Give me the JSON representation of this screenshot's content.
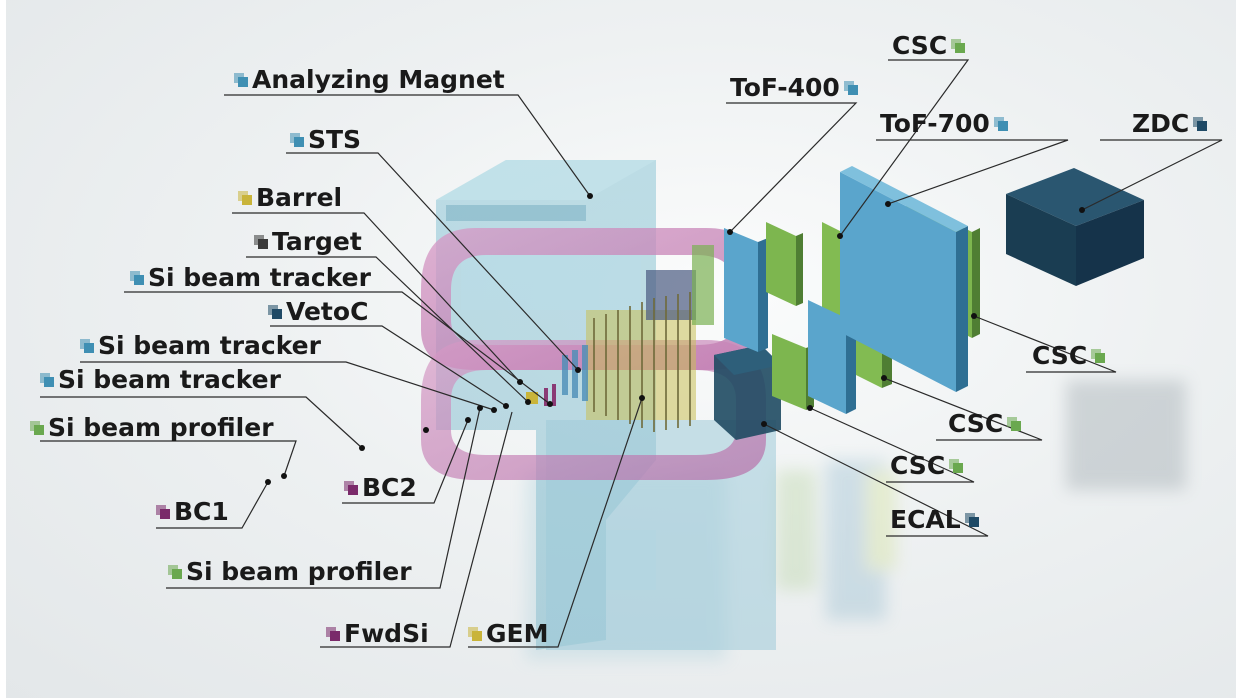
{
  "colors": {
    "blue": "#3f8fb3",
    "green": "#6aa84f",
    "yellow": "#c9b43a",
    "dark": "#3a3a3a",
    "navy": "#1f4a66",
    "purple": "#7a2a6a"
  },
  "labels": {
    "analyzing_magnet": "Analyzing Magnet",
    "sts": "STS",
    "barrel": "Barrel",
    "target": "Target",
    "si_beam_tracker_1": "Si beam tracker",
    "vetoc": "VetoC",
    "si_beam_tracker_2": "Si beam tracker",
    "si_beam_tracker_3": "Si beam tracker",
    "si_beam_profiler_1": "Si beam profiler",
    "bc1": "BC1",
    "bc2": "BC2",
    "si_beam_profiler_2": "Si beam profiler",
    "fwdsi": "FwdSi",
    "gem": "GEM",
    "tof400": "ToF-400",
    "csc_top": "CSC",
    "tof700": "ToF-700",
    "zdc": "ZDC",
    "csc_right": "CSC",
    "csc_mid": "CSC",
    "csc_low": "CSC",
    "ecal": "ECAL"
  },
  "icons": {
    "analyzing_magnet": "blue",
    "sts": "blue",
    "barrel": "yellow",
    "target": "dark",
    "si_beam_tracker_1": "blue",
    "vetoc": "navy",
    "si_beam_tracker_2": "blue",
    "si_beam_tracker_3": "blue",
    "si_beam_profiler_1": "green",
    "bc1": "purple",
    "bc2": "purple",
    "si_beam_profiler_2": "green",
    "fwdsi": "purple",
    "gem": "yellow",
    "tof400": "blue",
    "csc_top": "green",
    "tof700": "blue",
    "zdc": "navy",
    "csc_right": "green",
    "csc_mid": "green",
    "csc_low": "green",
    "ecal": "navy"
  }
}
